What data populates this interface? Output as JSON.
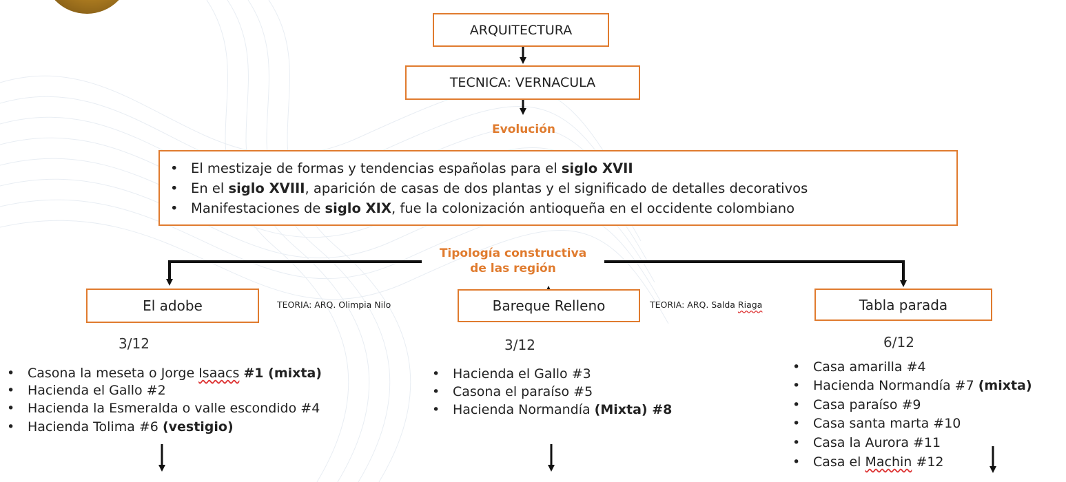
{
  "top_box": "ARQUITECTURA",
  "technique_box": "TECNICA: VERNACULA",
  "evolution_label": "Evolución",
  "evolution_items": [
    {
      "pre": "El mestizaje de formas y tendencias españolas para el ",
      "bold": "siglo XVII",
      "post": ""
    },
    {
      "pre": "En el ",
      "bold": "siglo XVIII",
      "post": ", aparición de casas de dos plantas y el significado de detalles decorativos"
    },
    {
      "pre": "Manifestaciones de ",
      "bold": "siglo XIX",
      "post": ", fue la colonización antioqueña en el occidente colombiano"
    }
  ],
  "typology_label_line1": "Tipología constructiva",
  "typology_label_line2": "de las región",
  "types": [
    {
      "name": "El adobe",
      "count": "3/12",
      "items": [
        {
          "pre": "Casona la meseta o Jorge ",
          "wavy": "Isaacs",
          "mid": " ",
          "bold": "#1 (mixta)",
          "post": ""
        },
        {
          "pre": "Hacienda el Gallo #2",
          "wavy": "",
          "mid": "",
          "bold": "",
          "post": ""
        },
        {
          "pre": "Hacienda la Esmeralda o valle escondido #4",
          "wavy": "",
          "mid": "",
          "bold": "",
          "post": ""
        },
        {
          "pre": "Hacienda Tolima #6 ",
          "wavy": "",
          "mid": "",
          "bold": "(vestigio)",
          "post": ""
        }
      ]
    },
    {
      "name": "Bareque Relleno",
      "count": "3/12",
      "items": [
        {
          "pre": "Hacienda el Gallo #3",
          "wavy": "",
          "mid": "",
          "bold": "",
          "post": ""
        },
        {
          "pre": "Casona el paraíso #5",
          "wavy": "",
          "mid": "",
          "bold": "",
          "post": ""
        },
        {
          "pre": "Hacienda Normandía ",
          "wavy": "",
          "mid": "",
          "bold": "(Mixta) #8",
          "post": ""
        }
      ]
    },
    {
      "name": "Tabla parada",
      "count": "6/12",
      "items": [
        {
          "pre": "Casa amarilla #4",
          "wavy": "",
          "mid": "",
          "bold": "",
          "post": ""
        },
        {
          "pre": "Hacienda Normandía #7 ",
          "wavy": "",
          "mid": "",
          "bold": "(mixta)",
          "post": ""
        },
        {
          "pre": "Casa paraíso #9",
          "wavy": "",
          "mid": "",
          "bold": "",
          "post": ""
        },
        {
          "pre": "Casa santa marta #10",
          "wavy": "",
          "mid": "",
          "bold": "",
          "post": ""
        },
        {
          "pre": "Casa la Aurora #11",
          "wavy": "",
          "mid": "",
          "bold": "",
          "post": ""
        },
        {
          "pre": "Casa el ",
          "wavy": "Machin",
          "mid": " #12",
          "bold": "",
          "post": ""
        }
      ]
    }
  ],
  "theory_left": {
    "pre": "TEORIA: ARQ. Olimpia Nilo",
    "wavy": ""
  },
  "theory_right": {
    "pre": "TEORIA: ARQ. Salda ",
    "wavy": "Riaga"
  },
  "colors": {
    "accent": "#e07b2e",
    "line": "#111111",
    "gold": "#a8781f"
  }
}
